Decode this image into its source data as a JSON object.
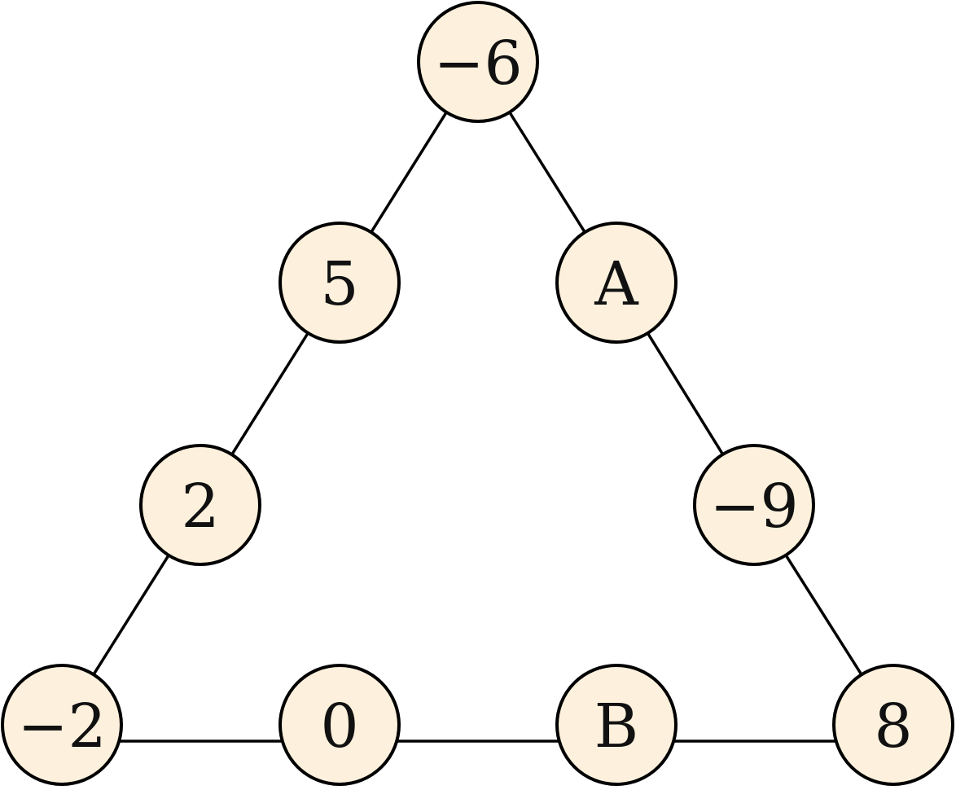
{
  "colors": {
    "node_fill": "#fdf1dd",
    "node_stroke": "#000000",
    "edge_stroke": "#000000",
    "text": "#111111"
  },
  "nodes": [
    {
      "id": "top",
      "label": "−6"
    },
    {
      "id": "left-1",
      "label": "5"
    },
    {
      "id": "right-1",
      "label": "A"
    },
    {
      "id": "left-2",
      "label": "2"
    },
    {
      "id": "right-2",
      "label": "−9"
    },
    {
      "id": "bottom-left",
      "label": "−2"
    },
    {
      "id": "bottom-1",
      "label": "0"
    },
    {
      "id": "bottom-2",
      "label": "B"
    },
    {
      "id": "bottom-right",
      "label": "8"
    }
  ],
  "edges": [
    [
      "top",
      "left-1"
    ],
    [
      "left-1",
      "left-2"
    ],
    [
      "left-2",
      "bottom-left"
    ],
    [
      "top",
      "right-1"
    ],
    [
      "right-1",
      "right-2"
    ],
    [
      "right-2",
      "bottom-right"
    ],
    [
      "bottom-left",
      "bottom-1"
    ],
    [
      "bottom-1",
      "bottom-2"
    ],
    [
      "bottom-2",
      "bottom-right"
    ]
  ]
}
